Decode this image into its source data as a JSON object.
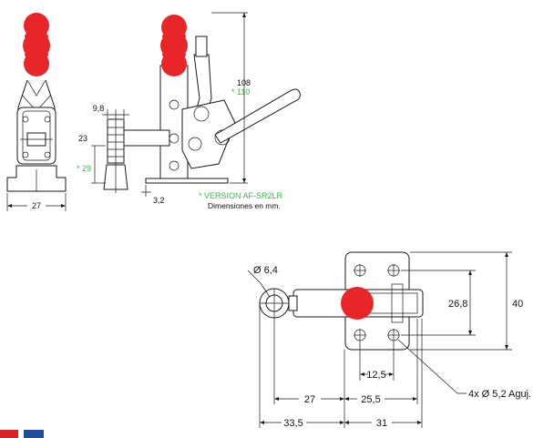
{
  "colors": {
    "knob_red": "#e8262a",
    "line": "#1a1a1a",
    "version_green": "#35b84a",
    "flag_red": "#d8232a",
    "flag_blue": "#1f4e9c"
  },
  "labels": {
    "dim_108": "108",
    "dim_110": "* 110",
    "dim_9_8": "9,8",
    "dim_23": "23",
    "dim_29": "* 29",
    "dim_3_2": "3,2",
    "dim_27_front": "27",
    "version_note": "* VERSION AF-SR2LR",
    "units_note": "Dimensiones en mm.",
    "dia_6_4": "Ø 6,4",
    "dim_26_8": "26,8",
    "dim_40": "40",
    "dim_12_5": "12,5",
    "dim_27_top": "27",
    "dim_25_5": "25,5",
    "dim_33_5": "33,5",
    "dim_31": "31",
    "holes_note": "4x Ø 5,2 Aguj."
  }
}
